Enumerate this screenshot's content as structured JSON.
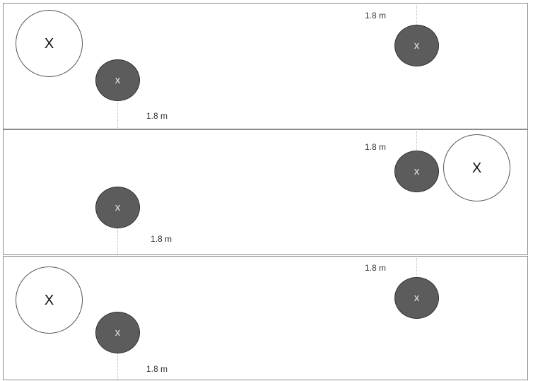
{
  "panels": [
    {
      "large_mark": "X",
      "small_marks": [
        "x",
        "x"
      ],
      "distance_labels": [
        "1.8 m",
        "1.8 m"
      ]
    },
    {
      "large_mark": "X",
      "small_marks": [
        "x",
        "x"
      ],
      "distance_labels": [
        "1.8 m",
        "1.8 m"
      ]
    },
    {
      "large_mark": "X",
      "small_marks": [
        "x",
        "x"
      ],
      "distance_labels": [
        "1.8 m",
        "1.8 m"
      ]
    }
  ]
}
